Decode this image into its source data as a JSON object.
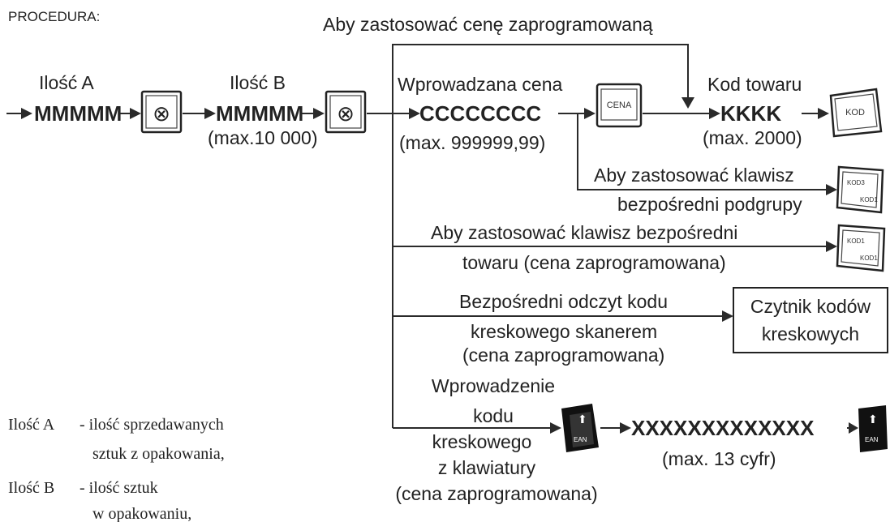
{
  "header": {
    "procedure_label": "PROCEDURA:",
    "top_branch": "Aby  zastosować cenę zaprogramowaną"
  },
  "flow": {
    "qty_a_label": "Ilość A",
    "qty_a_value": "MMMMM",
    "qty_b_label": "Ilość B",
    "qty_b_value": "MMMMM",
    "qty_b_max": "(max.10 000)",
    "price_label": "Wprowadzana cena",
    "price_value": "CCCCCCCC",
    "price_max": "(max. 999999,99)",
    "code_label": "Kod  towaru",
    "code_value": "KKKK",
    "code_max": "(max. 2000)"
  },
  "keys": {
    "multiply_symbol": "⊗",
    "price_key": "CENA",
    "code_key": "KOD",
    "subgroup_key_top": "KOD3",
    "subgroup_key_bottom": "KOD1",
    "item_key_top": "KOD1",
    "item_key_bottom": "KOD1",
    "ean_key": "EAN"
  },
  "branches": {
    "subgroup_line1": "Aby  zastosować klawisz",
    "subgroup_line2": "bezpośredni podgrupy",
    "item_line1": "Aby  zastosować klawisz bezpośredni",
    "item_line2": "towaru (cena zaprogramowana)",
    "scanner_line1": "Bezpośredni odczyt kodu",
    "scanner_line2": "kreskowego skanerem",
    "scanner_line3": "(cena zaprogramowana)",
    "scanner_box_line1": "Czytnik kodów",
    "scanner_box_line2": "kreskowych",
    "keyboard_line1": "Wprowadzenie",
    "keyboard_line2": "kodu",
    "keyboard_line3": "kreskowego",
    "keyboard_line4": "z klawiatury",
    "keyboard_line5": "(cena zaprogramowana)",
    "barcode_value": "XXXXXXXXXXXXX",
    "barcode_max": "(max. 13 cyfr)"
  },
  "legend": {
    "a_term": "Ilość A",
    "a_desc1": "- ilość sprzedawanych",
    "a_desc2": "sztuk z opakowania,",
    "b_term": "Ilość B",
    "b_desc1": "- ilość sztuk",
    "b_desc2": "w opakowaniu,"
  }
}
